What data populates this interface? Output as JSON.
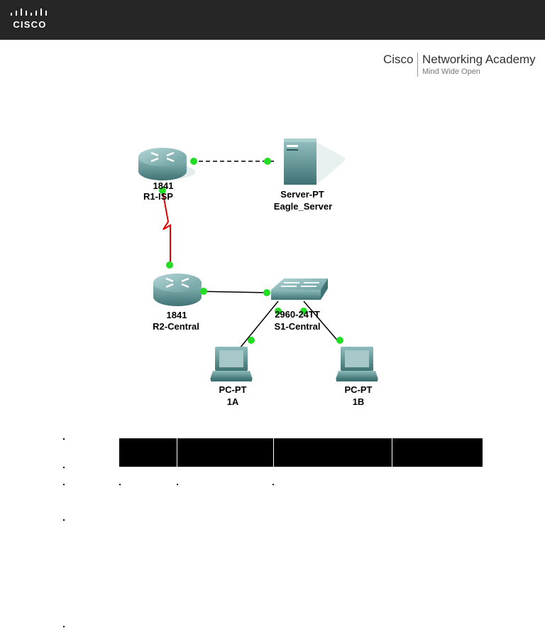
{
  "header": {
    "logo_text": "CISCO",
    "academy_brand": "Cisco",
    "academy_name": "Networking Academy",
    "academy_tagline": "Mind Wide Open"
  },
  "topology": {
    "devices": [
      {
        "id": "r1",
        "model": "1841",
        "name": "R1-ISP",
        "type": "router"
      },
      {
        "id": "server",
        "model": "Server-PT",
        "name": "Eagle_Server",
        "type": "server"
      },
      {
        "id": "r2",
        "model": "1841",
        "name": "R2-Central",
        "type": "router"
      },
      {
        "id": "s1",
        "model": "2960-24TT",
        "name": "S1-Central",
        "type": "switch"
      },
      {
        "id": "pc1a",
        "model": "PC-PT",
        "name": "1A",
        "type": "pc"
      },
      {
        "id": "pc1b",
        "model": "PC-PT",
        "name": "1B",
        "type": "pc"
      }
    ],
    "links": [
      {
        "from": "r1",
        "to": "server",
        "style": "dashed"
      },
      {
        "from": "r1",
        "to": "r2",
        "style": "serial"
      },
      {
        "from": "r2",
        "to": "s1",
        "style": "solid"
      },
      {
        "from": "s1",
        "to": "pc1a",
        "style": "solid"
      },
      {
        "from": "s1",
        "to": "pc1b",
        "style": "solid"
      }
    ],
    "colors": {
      "link_up": "#22dd22",
      "serial": "#e00000",
      "device": "#5f9596"
    }
  },
  "addressing_table": {
    "headers": [
      "",
      "",
      "",
      ""
    ]
  }
}
